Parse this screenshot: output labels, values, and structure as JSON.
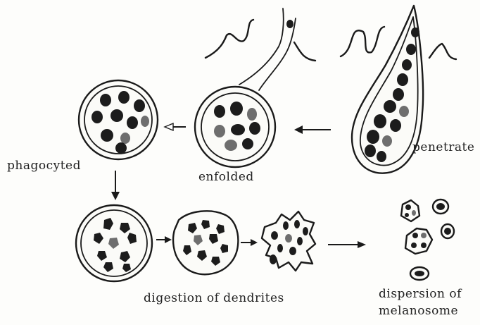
{
  "labels": {
    "phagocyted": "phagocyted",
    "enfolded": "enfolded",
    "penetrate": "penetrate",
    "digestion": "digestion of dendrites",
    "dispersion_line1": "dispersion of",
    "dispersion_line2": "melanosome"
  }
}
